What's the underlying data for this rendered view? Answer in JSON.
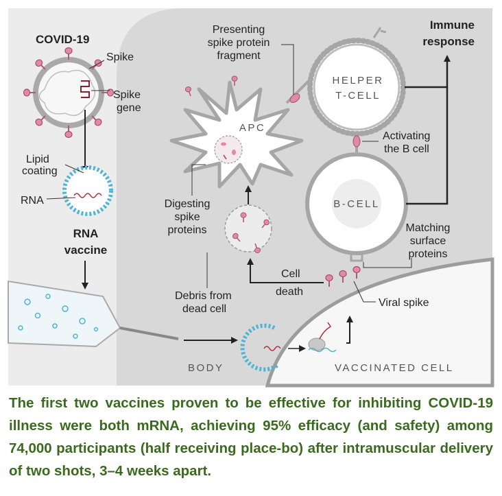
{
  "labels": {
    "covid": "COVID-19",
    "spike": "Spike",
    "spike_gene_1": "Spike",
    "spike_gene_2": "gene",
    "lipid_1": "Lipid",
    "lipid_2": "coating",
    "rna": "RNA",
    "rna_vaccine_1": "RNA",
    "rna_vaccine_2": "vaccine",
    "presenting_1": "Presenting",
    "presenting_2": "spike protein",
    "presenting_3": "fragment",
    "immune_1": "Immune",
    "immune_2": "response",
    "helper_1": "HELPER",
    "helper_2": "T-CELL",
    "apc": "APC",
    "activating_1": "Activating",
    "activating_2": "the B cell",
    "digesting_1": "Digesting",
    "digesting_2": "spike",
    "digesting_3": "proteins",
    "bcell": "B-CELL",
    "matching_1": "Matching",
    "matching_2": "surface",
    "matching_3": "proteins",
    "cell_death_1": "Cell",
    "cell_death_2": "death",
    "debris_1": "Debris from",
    "debris_2": "dead cell",
    "viral_spike": "Viral spike",
    "body": "BODY",
    "vaccinated_cell": "VACCINATED CELL"
  },
  "caption": "The first two vaccines proven to be effective for inhibiting COVID-19 illness were both mRNA, achieving 95% efficacy (and safety) among 74,000 participants (half receiving place-bo) after intramuscular delivery of two shots, 3–4 weeks apart.",
  "colors": {
    "panel_bg": "#ececec",
    "body_bg": "#d6d6d6",
    "cell_outline": "#9a9a9a",
    "spike_pink": "#d9869e",
    "lipid_blue": "#4fb3d3",
    "rna_red": "#b32a3a",
    "caption_green": "#3a6a1e"
  }
}
